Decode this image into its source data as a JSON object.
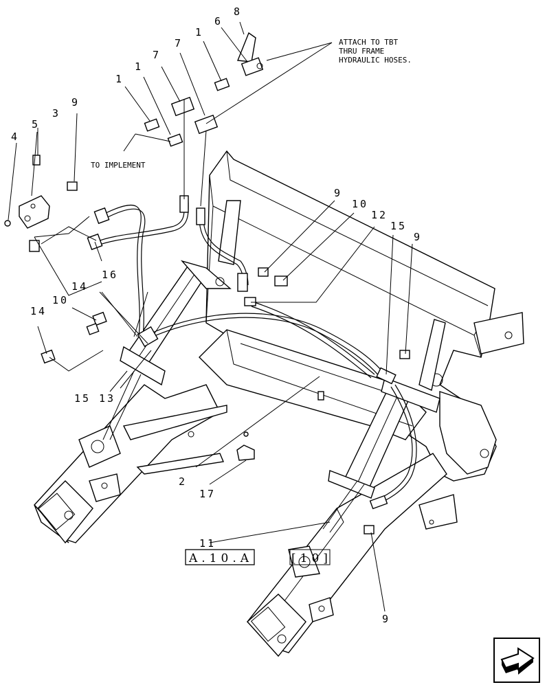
{
  "callouts": {
    "c8": "8",
    "c6": "6",
    "c1a": "1",
    "c7a": "7",
    "c7b": "7",
    "c1b": "1",
    "c1c": "1",
    "c9a": "9",
    "c3": "3",
    "c5": "5",
    "c4": "4",
    "c9b": "9",
    "c10a": "10",
    "c12": "12",
    "c15a": "15",
    "c9c": "9",
    "c16": "16",
    "c14a": "14",
    "c10b": "10",
    "c14b": "14",
    "c15b": "15",
    "c13": "13",
    "c2": "2",
    "c17": "17",
    "c11": "11",
    "c9d": "9"
  },
  "notes": {
    "attach_line1": "ATTACH TO TBT",
    "attach_line2": "THRU FRAME",
    "attach_line3": "HYDRAULIC HOSES.",
    "to_implement": "TO IMPLEMENT"
  },
  "reference": {
    "left": "A.10.A",
    "right": "[10]"
  },
  "nav": {
    "icon": "arrow-right-icon"
  }
}
